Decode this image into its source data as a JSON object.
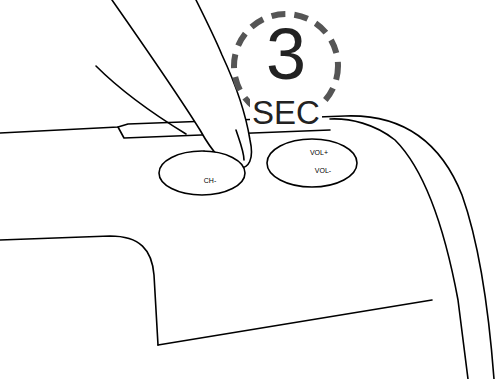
{
  "diagram": {
    "nodes": [
      {
        "text": [
          "3",
          "SEC"
        ]
      },
      {
        "text": [
          "CH-"
        ]
      },
      {
        "text": [
          "VOL+",
          "VOL-"
        ]
      }
    ]
  }
}
